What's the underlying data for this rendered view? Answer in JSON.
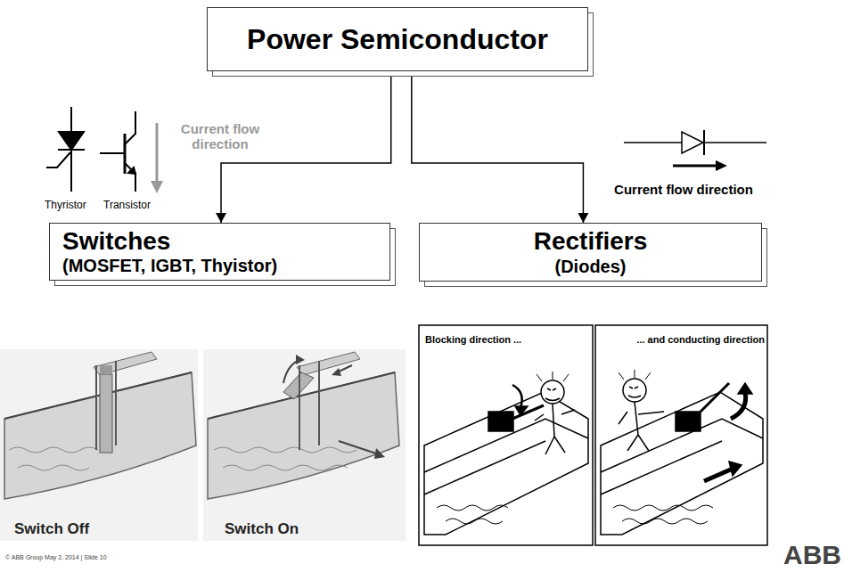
{
  "diagram": {
    "nodes": [
      {
        "text": [
          "Power Semiconductor"
        ]
      },
      {
        "text": [
          "Switches",
          "(MOSFET, IGBT, Thyistor)"
        ]
      },
      {
        "text": [
          "Rectifiers",
          "(Diodes)"
        ]
      }
    ],
    "edges": [
      {
        "from": 0,
        "to": 1,
        "arrow": "to"
      },
      {
        "from": 0,
        "to": 2,
        "arrow": "to"
      }
    ],
    "labels": [
      "Thyristor",
      "Transistor",
      "Current flow direction",
      "Current flow direction",
      "Blocking direction ...",
      "... and conducting direction",
      "Switch Off",
      "Switch On",
      "© ABB Group May 2, 2014 | Slide 10",
      "ABB"
    ]
  }
}
